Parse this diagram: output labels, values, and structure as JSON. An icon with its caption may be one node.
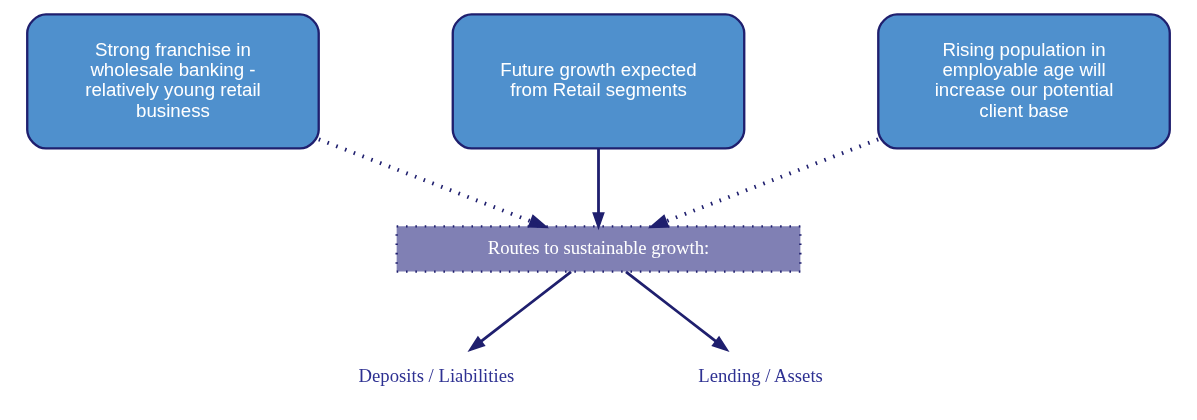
{
  "diagram": {
    "nodes": [
      {
        "text": [
          "Strong franchise in wholesale banking - relatively young retail business"
        ]
      },
      {
        "text": [
          "Future growth expected from Retail segments"
        ]
      },
      {
        "text": [
          "Rising population in employable age will increase our potential client base"
        ]
      },
      {
        "text": [
          "Routes to sustainable growth:"
        ]
      },
      {
        "text": [
          "Deposits / Liabilities"
        ]
      },
      {
        "text": [
          "Lending / Assets"
        ]
      }
    ],
    "edges": [
      {
        "from": 0,
        "to": 3,
        "arrow": "to",
        "style": "dashed"
      },
      {
        "from": 1,
        "to": 3,
        "arrow": "to"
      },
      {
        "from": 2,
        "to": 3,
        "arrow": "to",
        "style": "dashed"
      },
      {
        "from": 3,
        "to": 4,
        "arrow": "to"
      },
      {
        "from": 3,
        "to": 5,
        "arrow": "to"
      }
    ]
  }
}
